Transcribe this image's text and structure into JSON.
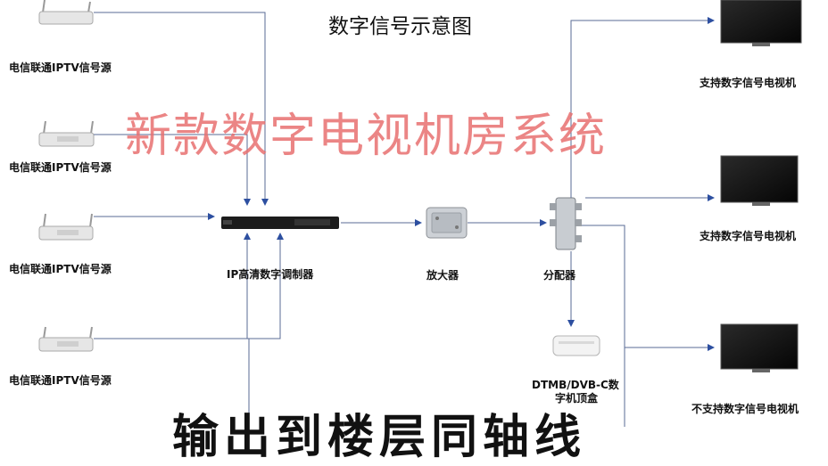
{
  "title": "数字信号示意图",
  "overlay_red": "新款数字电视机房系统",
  "overlay_bottom": "输出到楼层同轴线",
  "sources": [
    {
      "label": "电信联通IPTV信号源"
    },
    {
      "label": "电信联通IPTV信号源"
    },
    {
      "label": "电信联通IPTV信号源"
    },
    {
      "label": "电信联通IPTV信号源"
    }
  ],
  "modulator": {
    "label": "IP高清数字调制器"
  },
  "amplifier": {
    "label": "放大器"
  },
  "splitter": {
    "label": "分配器"
  },
  "settop": {
    "label_line1": "DTMB/DVB-C数",
    "label_line2": "字机顶盒"
  },
  "tvs": [
    {
      "label": "支持数字信号电视机"
    },
    {
      "label": "支持数字信号电视机"
    },
    {
      "label": "不支持数字信号电视机"
    }
  ]
}
